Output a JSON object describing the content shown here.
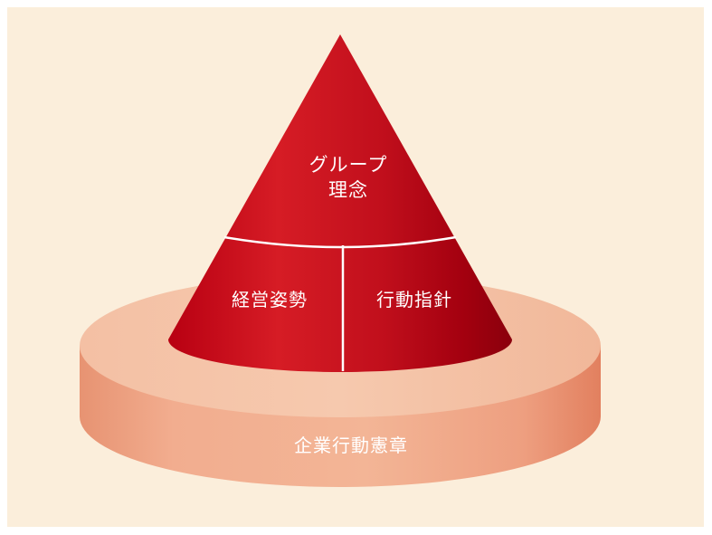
{
  "diagram": {
    "top_section": {
      "line1": "グループ",
      "line2": "理念"
    },
    "left_section": "経営姿勢",
    "right_section": "行動指針",
    "base": "企業行動憲章"
  },
  "colors": {
    "background": "#fbeedb",
    "cone_red": "#c8101e",
    "cone_dark": "#9c0012",
    "base_top": "#f4c4a7",
    "base_side": "#e89773",
    "divider": "#ffffff"
  }
}
